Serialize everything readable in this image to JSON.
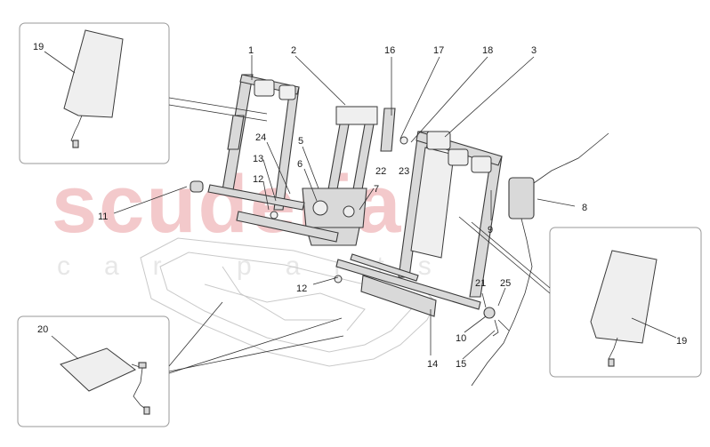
{
  "watermark": {
    "main": "scuderia",
    "sub": "car parts"
  },
  "callouts": [
    {
      "id": "c1",
      "text": "1"
    },
    {
      "id": "c2",
      "text": "2"
    },
    {
      "id": "c3",
      "text": "3"
    },
    {
      "id": "c5",
      "text": "5"
    },
    {
      "id": "c6",
      "text": "6"
    },
    {
      "id": "c7",
      "text": "7"
    },
    {
      "id": "c8",
      "text": "8"
    },
    {
      "id": "c9",
      "text": "9"
    },
    {
      "id": "c10",
      "text": "10"
    },
    {
      "id": "c11",
      "text": "11"
    },
    {
      "id": "c12a",
      "text": "12"
    },
    {
      "id": "c12b",
      "text": "12"
    },
    {
      "id": "c13",
      "text": "13"
    },
    {
      "id": "c14",
      "text": "14"
    },
    {
      "id": "c15",
      "text": "15"
    },
    {
      "id": "c16",
      "text": "16"
    },
    {
      "id": "c17",
      "text": "17"
    },
    {
      "id": "c18",
      "text": "18"
    },
    {
      "id": "c19a",
      "text": "19"
    },
    {
      "id": "c19b",
      "text": "19"
    },
    {
      "id": "c20",
      "text": "20"
    },
    {
      "id": "c21",
      "text": "21"
    },
    {
      "id": "c22",
      "text": "22"
    },
    {
      "id": "c23",
      "text": "23"
    },
    {
      "id": "c24",
      "text": "24"
    },
    {
      "id": "c25",
      "text": "25"
    }
  ],
  "colors": {
    "watermark": "#f3c9cb",
    "line": "#333333",
    "part": "#d9d9d9"
  }
}
